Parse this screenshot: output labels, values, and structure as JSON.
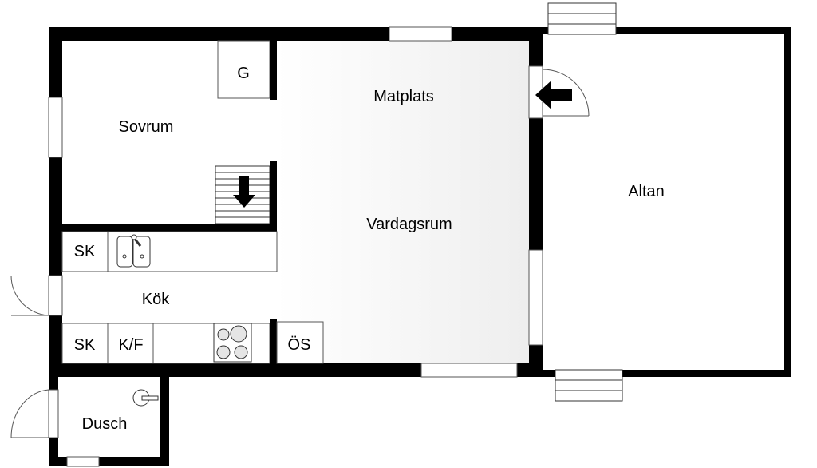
{
  "rooms": {
    "sovrum": "Sovrum",
    "matplats": "Matplats",
    "vardagsrum": "Vardagsrum",
    "altan": "Altan",
    "kok": "Kök",
    "dusch": "Dusch"
  },
  "fixtures": {
    "g": "G",
    "sk_top": "SK",
    "sk_bottom": "SK",
    "kf": "K/F",
    "os": "ÖS"
  },
  "colors": {
    "wall": "#000000",
    "floor_shade": "#f0f0f0"
  }
}
